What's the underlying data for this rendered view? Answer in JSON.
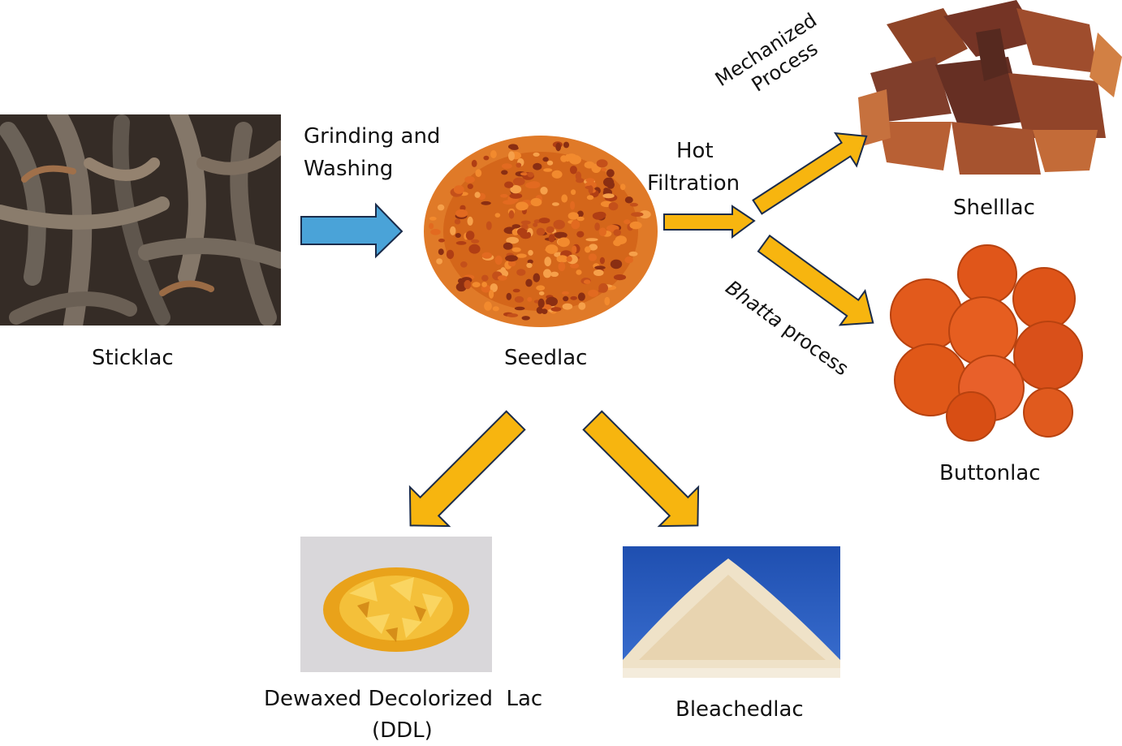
{
  "nodes": {
    "sticklac": "Sticklac",
    "seedlac": "Seedlac",
    "shelllac": "Shelllac",
    "buttonlac": "Buttonlac",
    "ddl_line1": "Dewaxed Decolorized  Lac",
    "ddl_line2": "(DDL)",
    "bleachedlac": "Bleachedlac"
  },
  "steps": {
    "grinding_line1": "Grinding and",
    "grinding_line2": "Washing",
    "hot": "Hot",
    "filtration": "Filtration",
    "mechanized_line1": "Mechanized",
    "mechanized_line2": "Process",
    "bhatta": "Bhatta",
    "bhatta_rest": " process"
  },
  "colors": {
    "blue_arrow": "#4aa3d8",
    "yellow_arrow": "#f7b50f",
    "arrow_outline": "#1a2b4a"
  }
}
